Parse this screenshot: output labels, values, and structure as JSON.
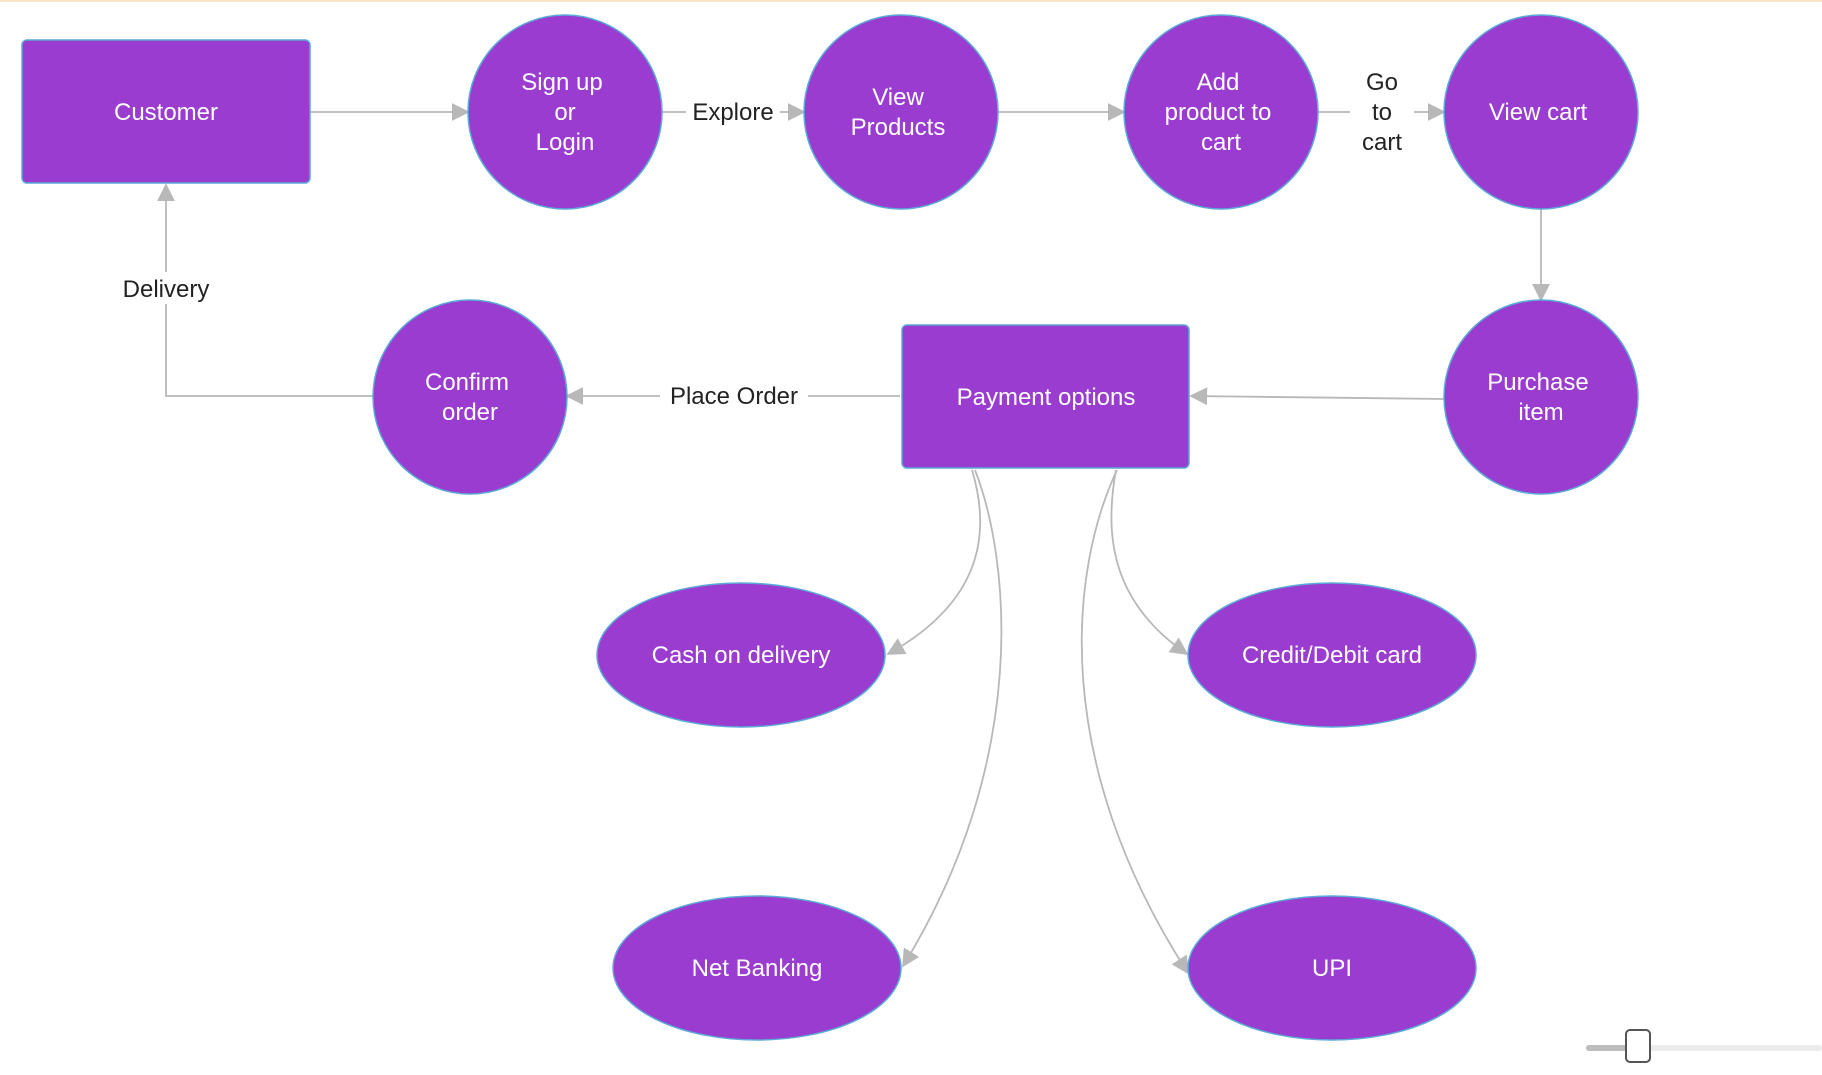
{
  "nodes": {
    "customer": {
      "lines": [
        "Customer"
      ],
      "shape": "rect"
    },
    "signup": {
      "lines": [
        "Sign up",
        "or",
        "Login"
      ],
      "shape": "circle"
    },
    "view_products": {
      "lines": [
        "View",
        "Products"
      ],
      "shape": "circle"
    },
    "add_to_cart": {
      "lines": [
        "Add",
        "product to",
        "cart"
      ],
      "shape": "circle"
    },
    "view_cart": {
      "lines": [
        "View cart"
      ],
      "shape": "circle"
    },
    "purchase": {
      "lines": [
        "Purchase",
        "item"
      ],
      "shape": "circle"
    },
    "payment": {
      "lines": [
        "Payment options"
      ],
      "shape": "rect"
    },
    "confirm": {
      "lines": [
        "Confirm",
        "order"
      ],
      "shape": "circle"
    },
    "cod": {
      "lines": [
        "Cash on delivery"
      ],
      "shape": "ellipse"
    },
    "card": {
      "lines": [
        "Credit/Debit card"
      ],
      "shape": "ellipse"
    },
    "netbanking": {
      "lines": [
        "Net Banking"
      ],
      "shape": "ellipse"
    },
    "upi": {
      "lines": [
        "UPI"
      ],
      "shape": "ellipse"
    }
  },
  "edges": [
    {
      "from": "customer",
      "to": "signup",
      "label": ""
    },
    {
      "from": "signup",
      "to": "view_products",
      "label": "Explore"
    },
    {
      "from": "view_products",
      "to": "add_to_cart",
      "label": ""
    },
    {
      "from": "add_to_cart",
      "to": "view_cart",
      "label": "Go to cart"
    },
    {
      "from": "view_cart",
      "to": "purchase",
      "label": ""
    },
    {
      "from": "purchase",
      "to": "payment",
      "label": ""
    },
    {
      "from": "payment",
      "to": "confirm",
      "label": "Place Order"
    },
    {
      "from": "confirm",
      "to": "customer",
      "label": "Delivery"
    },
    {
      "from": "payment",
      "to": "cod",
      "label": ""
    },
    {
      "from": "payment",
      "to": "card",
      "label": ""
    },
    {
      "from": "payment",
      "to": "netbanking",
      "label": ""
    },
    {
      "from": "payment",
      "to": "upi",
      "label": ""
    }
  ],
  "edge_labels": {
    "explore": "Explore",
    "go_to_cart": [
      "Go",
      "to",
      "cart"
    ],
    "place_order": "Place Order",
    "delivery": "Delivery"
  },
  "zoom_slider": {
    "level": 0.22
  },
  "colors": {
    "node_fill": "#9a3ccf",
    "node_stroke": "#5aa9d6",
    "edge": "#b8b8b8",
    "node_text": "#ffffff",
    "label_text": "#222222"
  }
}
